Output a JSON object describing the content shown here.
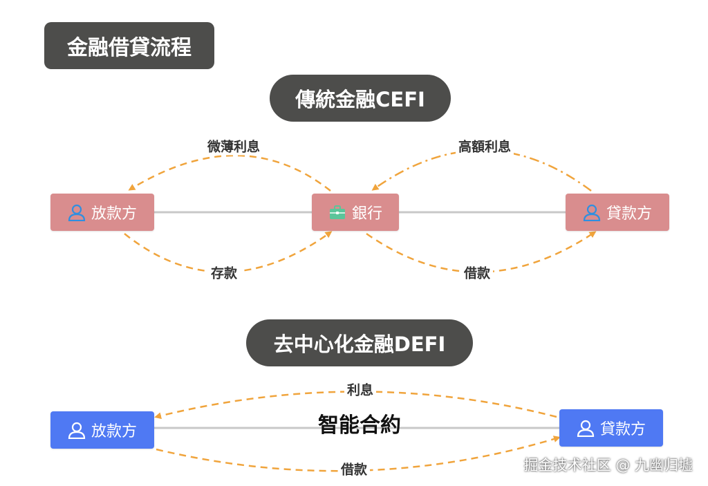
{
  "title": "金融借貸流程",
  "cefi": {
    "title": "傳統金融CEFI",
    "lender": "放款方",
    "bank": "銀行",
    "borrower": "貸款方",
    "labels": {
      "thin_interest": "微薄利息",
      "high_interest": "高額利息",
      "deposit": "存款",
      "loan": "借款"
    }
  },
  "defi": {
    "title": "去中心化金融DEFI",
    "lender": "放款方",
    "borrower": "貸款方",
    "contract": "智能合約",
    "labels": {
      "interest": "利息",
      "loan": "借款"
    }
  },
  "watermark": "掘金技术社区 @ 九幽归墟",
  "colors": {
    "cefi_node": "#d98d8e",
    "defi_node": "#4f79f3",
    "arrow": "#f0a43c",
    "connector": "#c8c8c8",
    "pill": "#4d4d4b",
    "person_icon": "#2f8fe0",
    "bank_icon": "#5bc59a"
  },
  "icons": {
    "person": "person-icon",
    "bank": "briefcase-icon"
  }
}
